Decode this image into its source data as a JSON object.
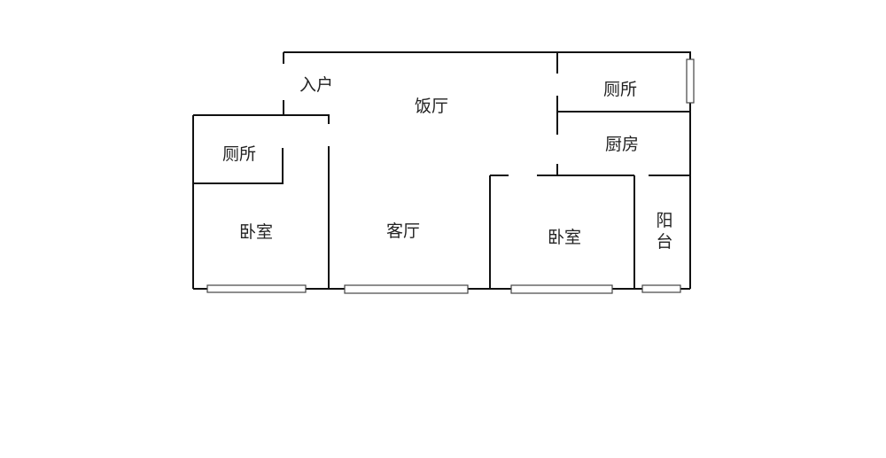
{
  "rooms": {
    "entry": "入户",
    "dining": "饭厅",
    "toilet_right": "厕所",
    "kitchen": "厨房",
    "toilet_left": "厕所",
    "bedroom_left": "卧室",
    "living": "客厅",
    "bedroom_right": "卧室",
    "balcony_1": "阳",
    "balcony_2": "台"
  }
}
